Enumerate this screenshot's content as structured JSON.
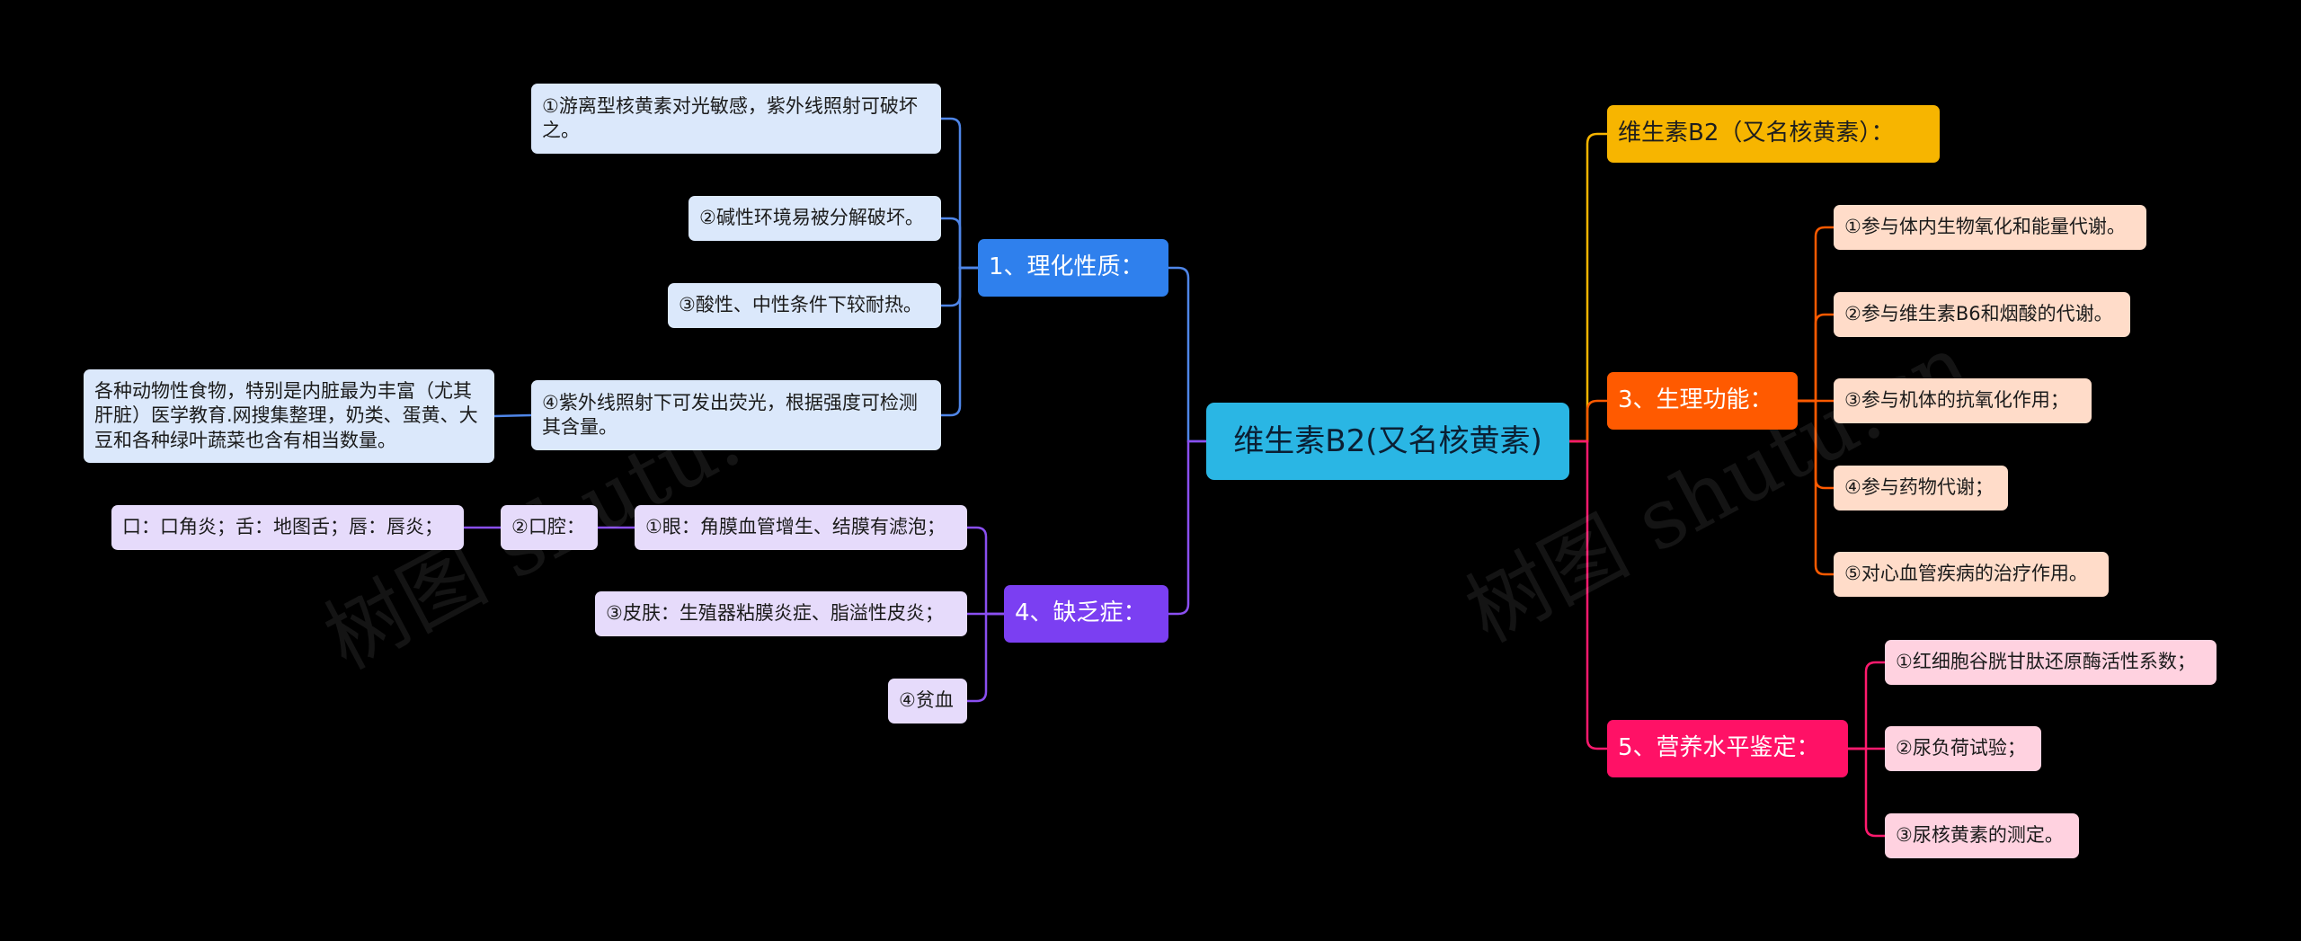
{
  "watermark": "树图 shutu.cn",
  "colors": {
    "blue_line": "#4f86e8",
    "purple_line": "#8a4ff0",
    "yellow_line": "#f7b500",
    "orange_line": "#ff5a00",
    "pink_line": "#ff1a6e"
  },
  "root": {
    "text": "维生素B2(又名核黄素)"
  },
  "branches": {
    "physchem": {
      "title": "1、理化性质：",
      "items": [
        "①游离型核黄素对光敏感，紫外线照射可破坏之。",
        "②碱性环境易被分解破坏。",
        "③酸性、中性条件下较耐热。",
        "④紫外线照射下可发出荧光，根据强度可检测其含量。"
      ],
      "source_note": "各种动物性食物，特别是内脏最为丰富（尤其肝脏）医学教育.网搜集整理，奶类、蛋黄、大豆和各种绿叶蔬菜也含有相当数量。"
    },
    "deficiency": {
      "title": "4、缺乏症：",
      "items": [
        "①眼：角膜血管增生、结膜有滤泡；",
        "③皮肤：生殖器粘膜炎症、脂溢性皮炎；",
        "④贫血"
      ],
      "oral": "②口腔：",
      "oral_detail": "口：口角炎；舌：地图舌；唇：唇炎；"
    },
    "alias": {
      "title": "维生素B2（又名核黄素）："
    },
    "function": {
      "title": "3、生理功能：",
      "items": [
        "①参与体内生物氧化和能量代谢。",
        "②参与维生素B6和烟酸的代谢。",
        "③参与机体的抗氧化作用；",
        "④参与药物代谢；",
        "⑤对心血管疾病的治疗作用。"
      ]
    },
    "assessment": {
      "title": "5、营养水平鉴定：",
      "items": [
        "①红细胞谷胱甘肽还原酶活性系数；",
        "②尿负荷试验；",
        "③尿核黄素的测定。"
      ]
    }
  }
}
